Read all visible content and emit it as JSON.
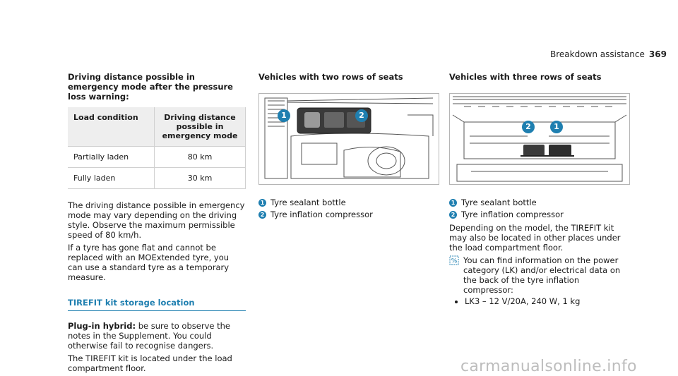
{
  "header": {
    "section": "Breakdown assistance",
    "page": "369"
  },
  "col1": {
    "heading": "Driving distance possible in emergency mode after the pressure loss warning:",
    "table": {
      "headers": [
        "Load condition",
        "Driving distance possible in emergency mode"
      ],
      "rows": [
        [
          "Partially laden",
          "80 km"
        ],
        [
          "Fully laden",
          "30 km"
        ]
      ]
    },
    "para1": "The driving distance possible in emergency mode may vary depending on the driving style. Observe the maximum permissible speed of 80 km/h.",
    "para2": "If a tyre has gone flat and cannot be replaced with an MOExtended tyre, you can use a stand­ard tyre as a temporary measure.",
    "section_title": "TIREFIT kit storage location",
    "plugin_label": "Plug-in hybrid:",
    "plugin_text": " be sure to observe the notes in the Supplement. You could otherwise fail to rec­ognise dangers.",
    "para3": "The TIREFIT kit is located under the load com­partment floor."
  },
  "col2": {
    "heading": "Vehicles with two rows of seats",
    "figure_callouts": [
      "1",
      "2"
    ],
    "legend": [
      {
        "num": "1",
        "text": "Tyre sealant bottle"
      },
      {
        "num": "2",
        "text": "Tyre inflation compressor"
      }
    ]
  },
  "col3": {
    "heading": "Vehicles with three rows of seats",
    "figure_callouts": [
      "2",
      "1"
    ],
    "legend": [
      {
        "num": "1",
        "text": "Tyre sealant bottle"
      },
      {
        "num": "2",
        "text": "Tyre inflation compressor"
      }
    ],
    "para": "Depending on the model, the TIREFIT kit may also be located in other places under the load compartment floor.",
    "note": "You can find information on the power cate­gory (LK) and/or electrical data on the back of the tyre inflation compressor:",
    "bullet": "LK3 – 12 V/20A, 240 W, 1 kg"
  },
  "watermark": "carmanualsonline.info",
  "colors": {
    "accent": "#1f7fb0"
  }
}
